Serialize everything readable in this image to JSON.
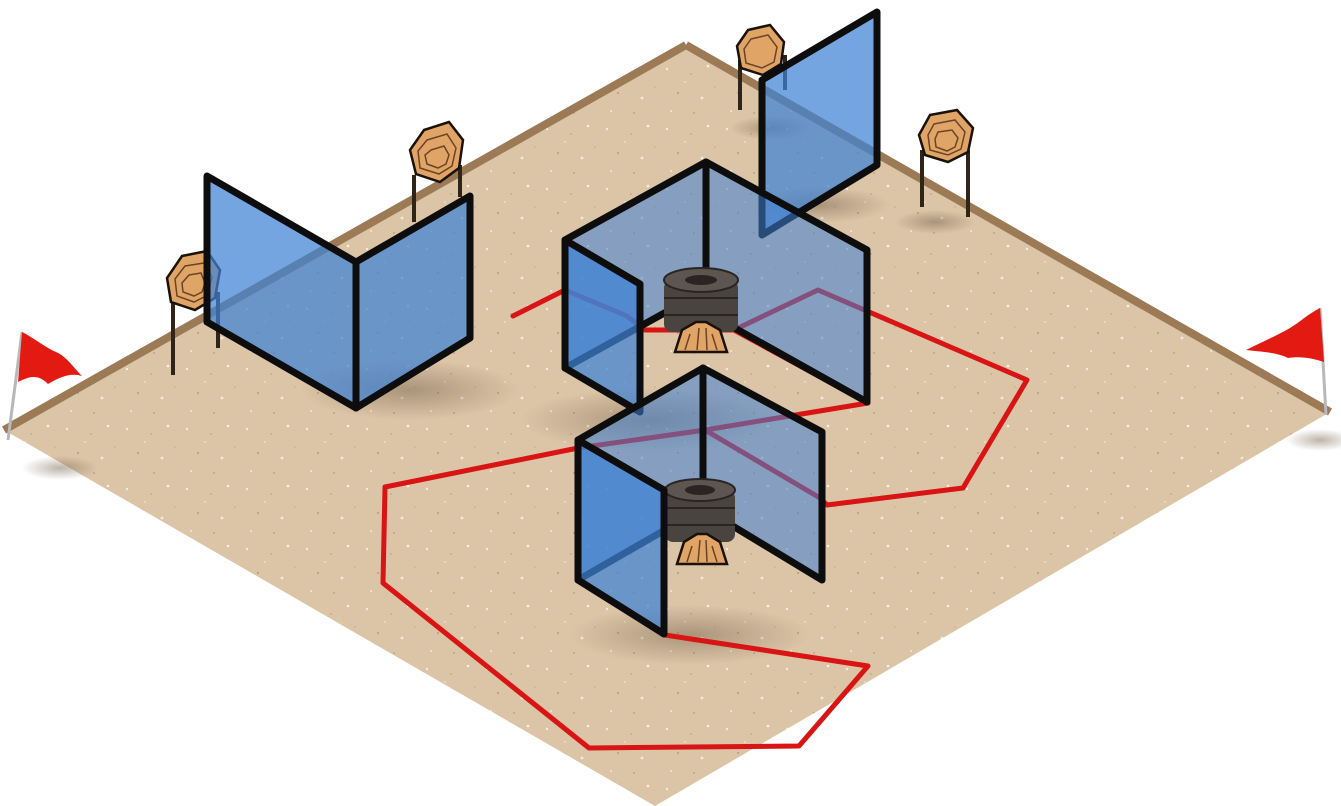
{
  "scene": {
    "type": "isometric-course-illustration",
    "colors": {
      "sand": "#dcc4a6",
      "sand_light": "#e8d6bd",
      "boundary": "#9c7a55",
      "path": "#d81414",
      "panel_fill": "#3f82d6",
      "panel_edge": "#0d0d0d",
      "target": "#e0a466",
      "target_line": "#6b4426",
      "flag": "#e21a12",
      "tire": "#4a4440"
    },
    "icons": {
      "flag": "flag-icon",
      "target": "steel-target-icon",
      "tire": "tire-stack-icon",
      "barricade": "barricade-panel-icon"
    },
    "counts": {
      "targets_on_stands": 4,
      "floor_targets": 2,
      "tire_stacks": 2,
      "flags": 2,
      "barricade_structures": 4
    }
  }
}
